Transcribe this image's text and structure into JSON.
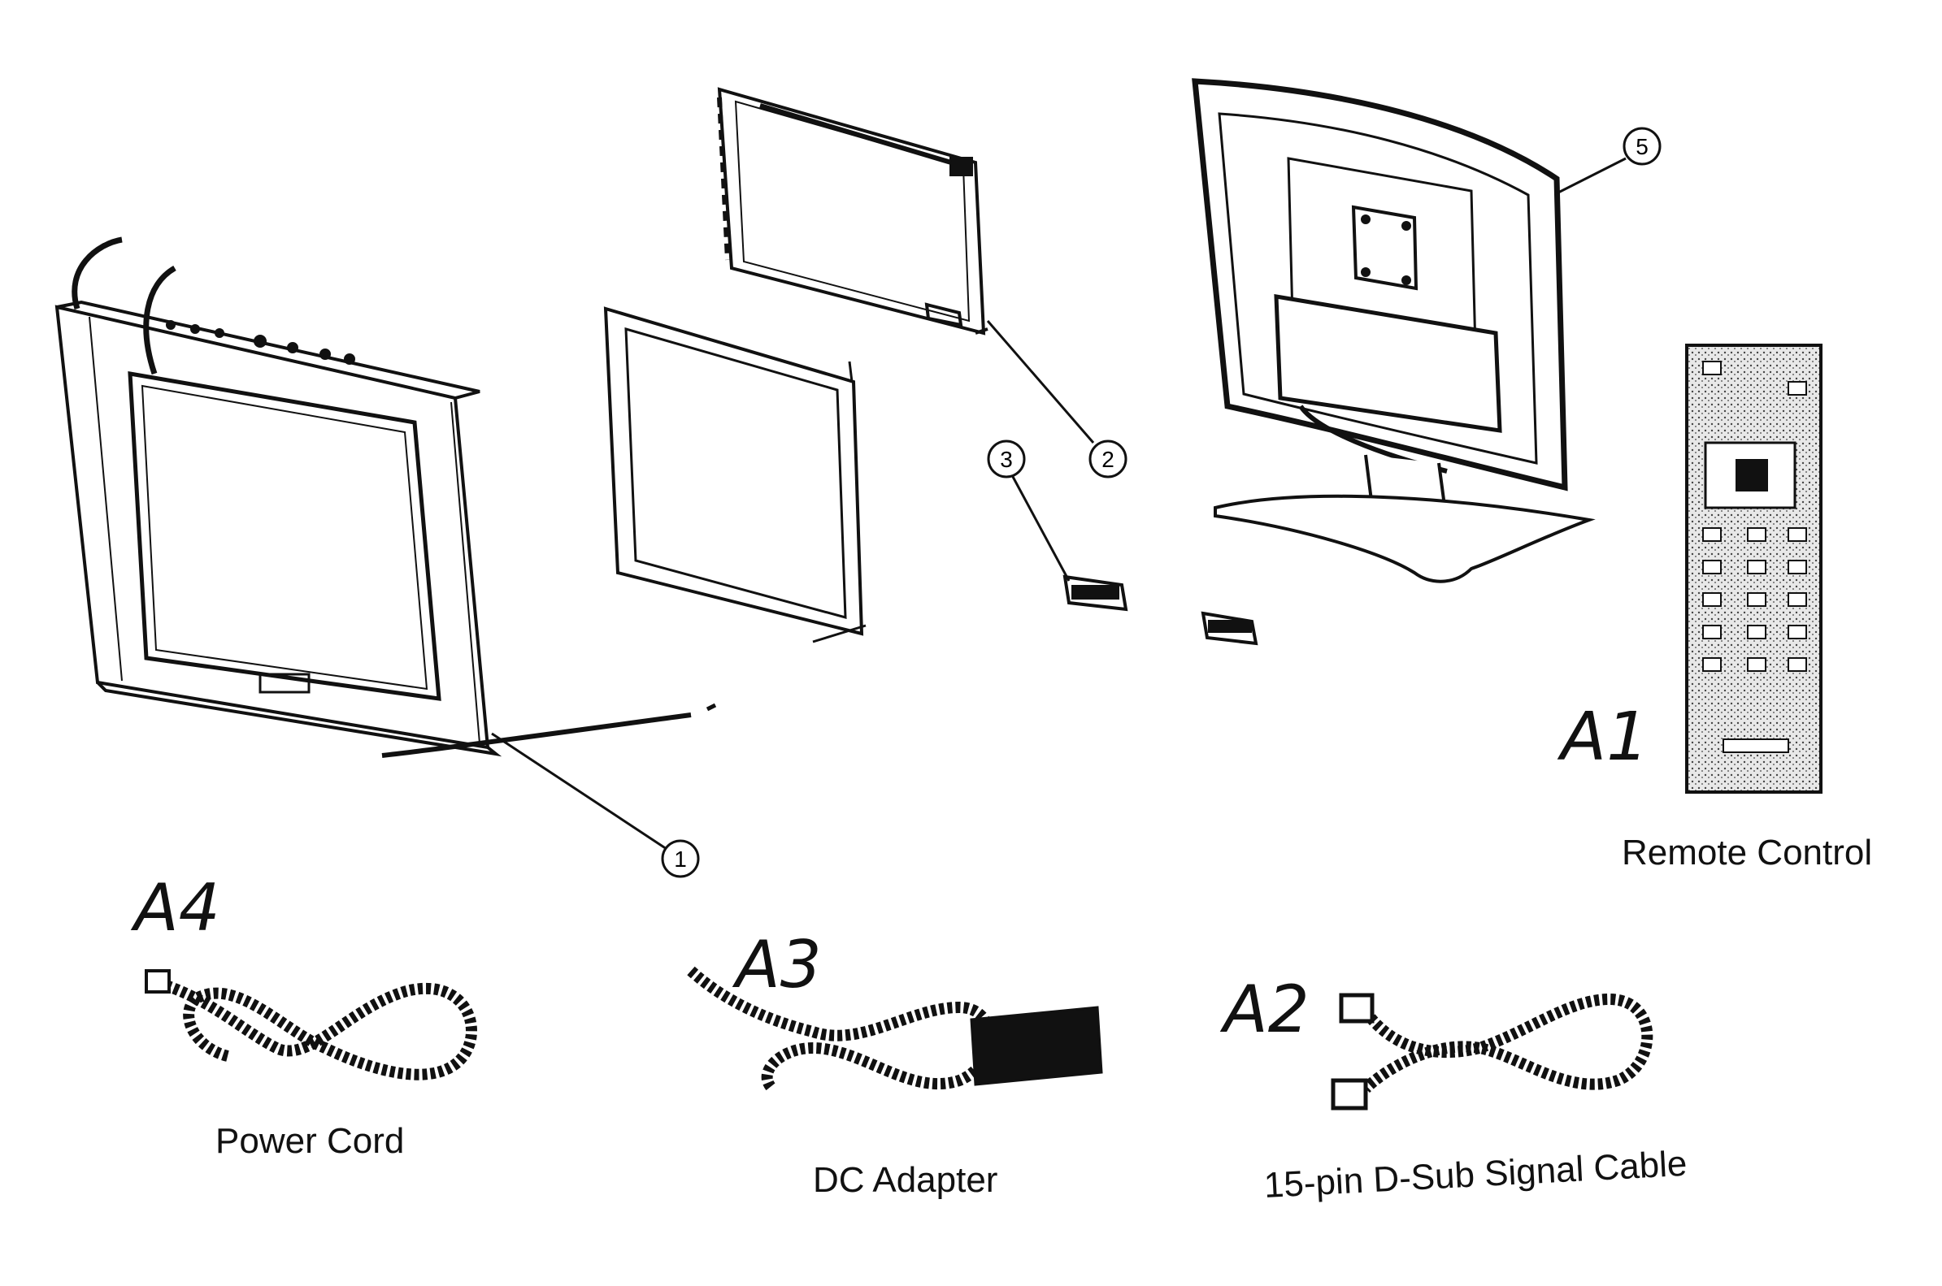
{
  "callouts": [
    "1",
    "2",
    "3",
    "5"
  ],
  "accessories": {
    "remote": {
      "code": "A1",
      "label": "Remote Control"
    },
    "signal": {
      "code": "A2",
      "label": "15-pin D-Sub Signal Cable"
    },
    "adapter": {
      "code": "A3",
      "label": "DC Adapter"
    },
    "power": {
      "code": "A4",
      "label": "Power Cord"
    }
  }
}
